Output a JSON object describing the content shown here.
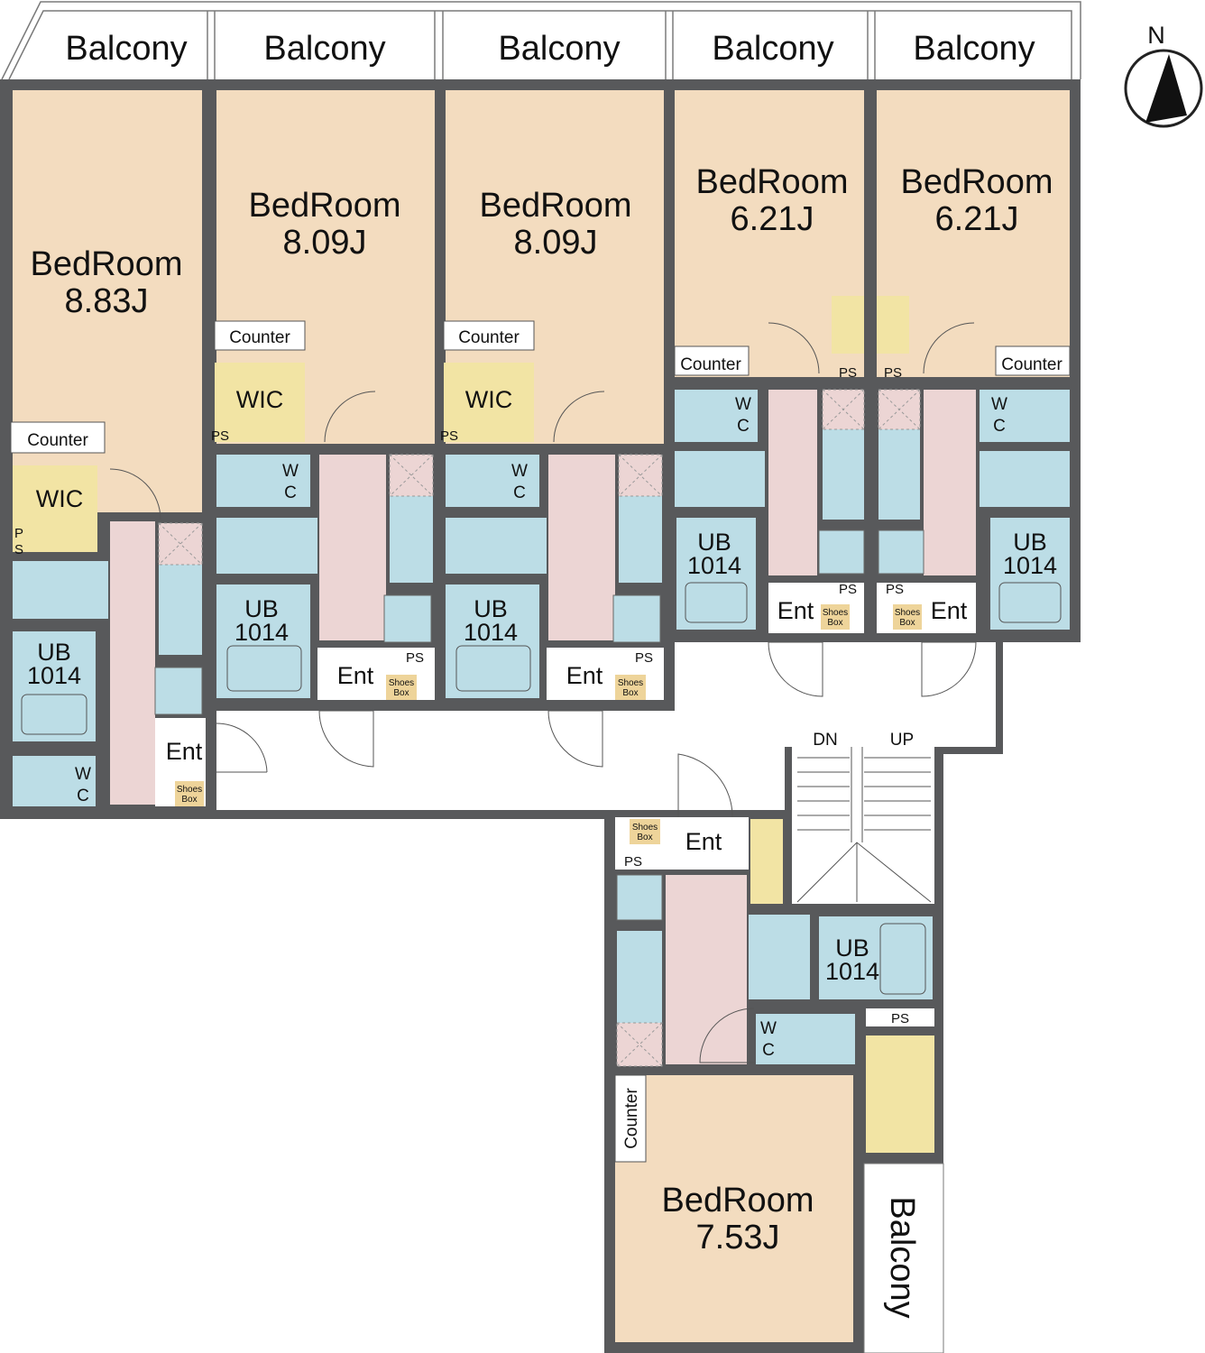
{
  "labels": {
    "balcony": "Balcony",
    "bedroom": "BedRoom",
    "counter": "Counter",
    "wic": "WIC",
    "ps": "PS",
    "p": "P",
    "s": "S",
    "ub": "UB",
    "ub_size": "1014",
    "wc_w": "W",
    "wc_c": "C",
    "ent": "Ent",
    "shoes": "Shoes",
    "box": "Box",
    "dn": "DN",
    "up": "UP",
    "north": "N"
  },
  "rooms": [
    {
      "size": "8.83J"
    },
    {
      "size": "8.09J"
    },
    {
      "size": "8.09J"
    },
    {
      "size": "6.21J"
    },
    {
      "size": "6.21J"
    },
    {
      "size": "7.53J"
    }
  ],
  "colors": {
    "wall": "#58595b",
    "bedroom": "#f3dcbf",
    "hall": "#ecd5d4",
    "wet": "#bcdde6",
    "closet": "#f2e4a4",
    "shoes": "#eed49a"
  }
}
